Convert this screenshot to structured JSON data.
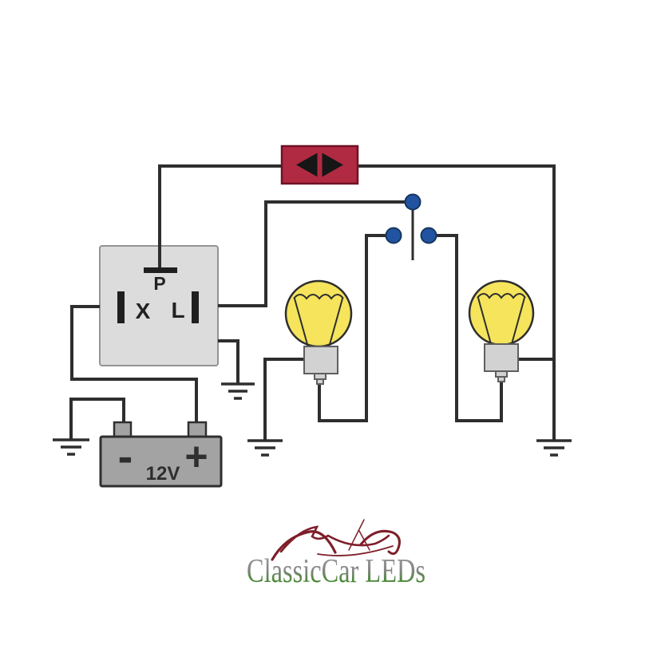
{
  "page": {
    "background": "#ffffff"
  },
  "colors": {
    "wire": "#2e2e2e",
    "indicator_fill": "#b02a42",
    "indicator_border": "#701226",
    "arrow": "#161616",
    "relay_fill": "#dcdcdc",
    "relay_border": "#949494",
    "terminal": "#1f1f1f",
    "battery_fill": "#a3a3a3",
    "battery_border": "#2f2f2f",
    "bulb_fill": "#f5e45c",
    "base_fill": "#d2d2d2",
    "switch_dot": "#2153a0",
    "car": "#7e1f2a",
    "logo_gray": "#9d9d9d",
    "logo_gray_mid": "#868686",
    "logo_green_mid": "#4f8a3c",
    "logo_green": "#2f6f27"
  },
  "relay": {
    "p_label": "P",
    "x_label": "X",
    "l_label": "L"
  },
  "battery": {
    "minus_label": "-",
    "plus_label": "+",
    "voltage_label": "12V"
  },
  "logo": {
    "text": "ClassicCar LEDs"
  }
}
